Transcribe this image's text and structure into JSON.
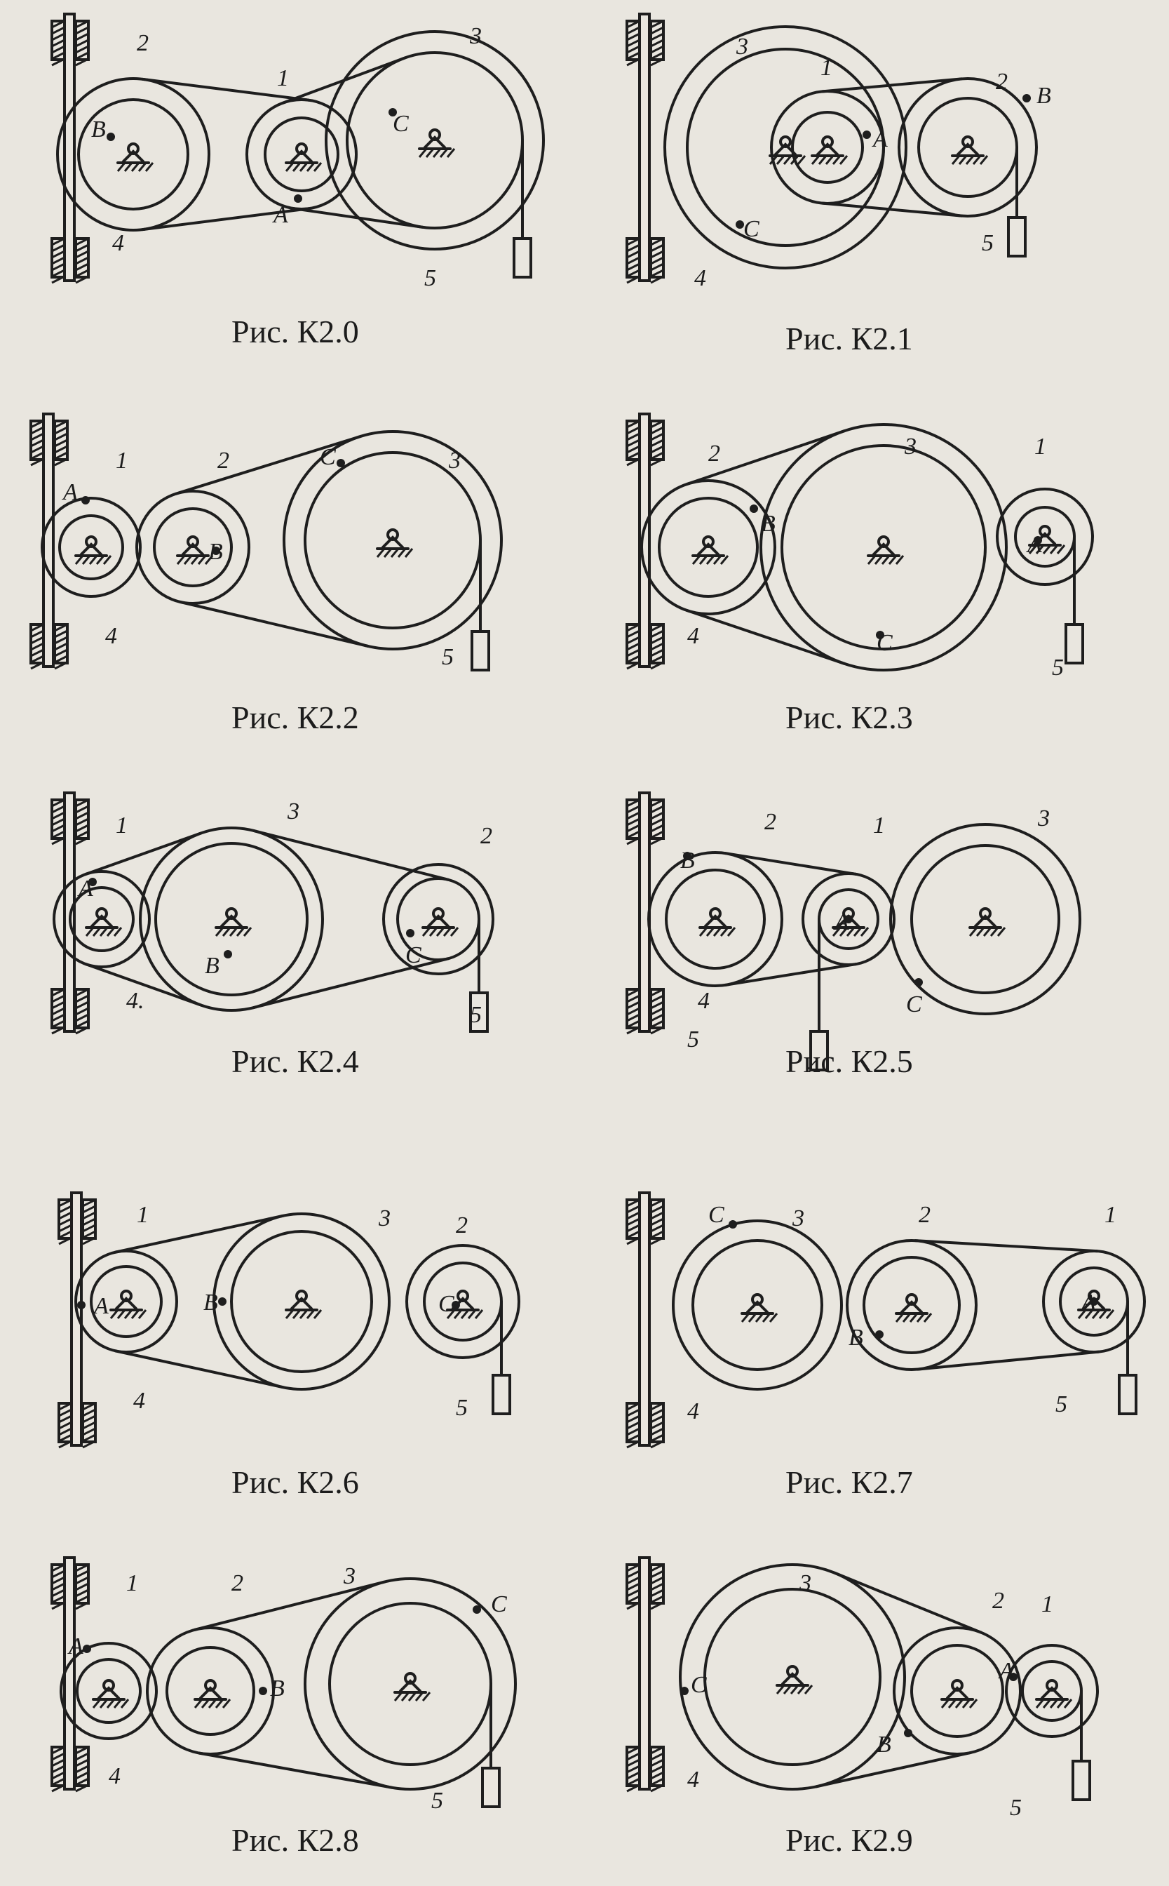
{
  "figures": [
    {
      "caption": "Рис. К2.0",
      "labels": {
        "w1": "1",
        "w2": "2",
        "w3": "3",
        "rack": "4",
        "load": "5",
        "A": "A",
        "B": "B",
        "C": "C"
      }
    },
    {
      "caption": "Рис. К2.1",
      "labels": {
        "w1": "1",
        "w2": "2",
        "w3": "3",
        "rack": "4",
        "load": "5",
        "A": "A",
        "B": "B",
        "C": "C"
      }
    },
    {
      "caption": "Рис. К2.2",
      "labels": {
        "w1": "1",
        "w2": "2",
        "w3": "3",
        "rack": "4",
        "load": "5",
        "A": "A",
        "B": "B",
        "C": "C"
      }
    },
    {
      "caption": "Рис. К2.3",
      "labels": {
        "w1": "1",
        "w2": "2",
        "w3": "3",
        "rack": "4",
        "load": "5",
        "A": "A",
        "B": "B",
        "C": "C"
      }
    },
    {
      "caption": "Рис. К2.4",
      "labels": {
        "w1": "1",
        "w2": "2",
        "w3": "3",
        "rack": "4.",
        "load": "5",
        "A": "A",
        "B": "B",
        "C": "C"
      }
    },
    {
      "caption": "Рис. К2.5",
      "labels": {
        "w1": "1",
        "w2": "2",
        "w3": "3",
        "rack": "4",
        "load": "5",
        "A": "A",
        "B": "B",
        "C": "C"
      }
    },
    {
      "caption": "Рис. К2.6",
      "labels": {
        "w1": "1",
        "w2": "2",
        "w3": "3",
        "rack": "4",
        "load": "5",
        "A": "A",
        "B": "B",
        "C": "C"
      }
    },
    {
      "caption": "Рис. К2.7",
      "labels": {
        "w1": "1",
        "w2": "2",
        "w3": "3",
        "rack": "4",
        "load": "5",
        "A": "A",
        "B": "B",
        "C": "C"
      }
    },
    {
      "caption": "Рис. К2.8",
      "labels": {
        "w1": "1",
        "w2": "2",
        "w3": "3",
        "rack": "4",
        "load": "5",
        "A": "A",
        "B": "B",
        "C": "C"
      }
    },
    {
      "caption": "Рис. К2.9",
      "labels": {
        "w1": "1",
        "w2": "2",
        "w3": "3",
        "rack": "4",
        "load": "5",
        "A": "A",
        "B": "B",
        "C": "C"
      }
    }
  ]
}
